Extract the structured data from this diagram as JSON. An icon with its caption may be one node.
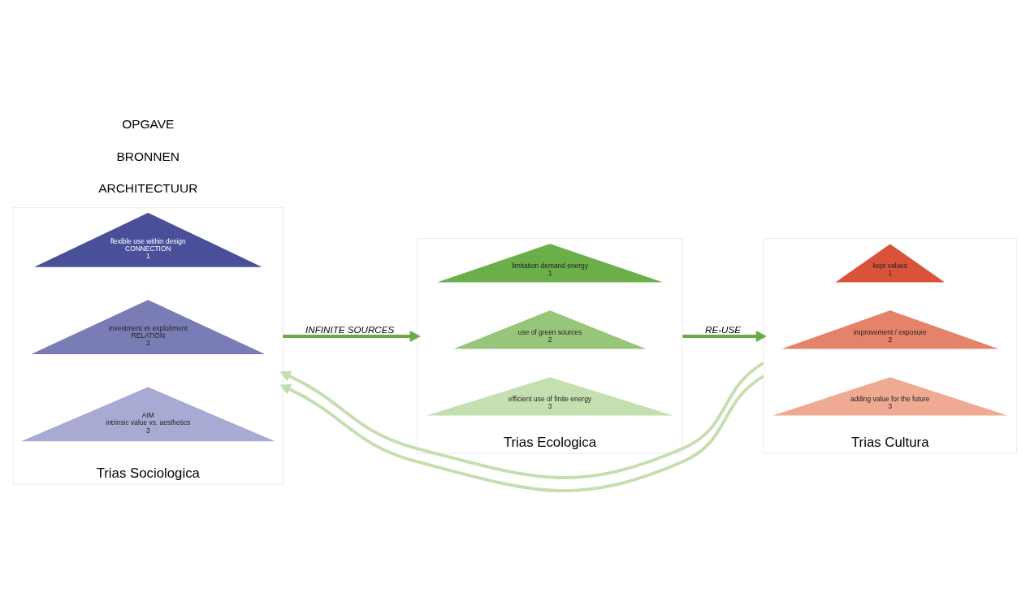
{
  "diagram": {
    "nodes": [
      {
        "text": [
          "Trias Sociologica"
        ]
      },
      {
        "text": [
          "flexible use within design",
          "CONNECTION",
          "1"
        ],
        "in": 0
      },
      {
        "text": [
          "investment vs exploitment",
          "RELATION",
          "2"
        ],
        "in": 0
      },
      {
        "text": [
          "AIM",
          "intrinsic value vs. aesthetics",
          "3"
        ],
        "in": 0
      },
      {
        "text": [
          "Trias Ecologica"
        ]
      },
      {
        "text": [
          "limitation demand energy",
          "1"
        ],
        "in": 4
      },
      {
        "text": [
          "use of green sources",
          "2"
        ],
        "in": 4
      },
      {
        "text": [
          "efficient use of finite energy",
          "3"
        ],
        "in": 4
      },
      {
        "text": [
          "Trias Cultura"
        ]
      },
      {
        "text": [
          "kept values",
          "1"
        ],
        "in": 8
      },
      {
        "text": [
          "improvement / exposure",
          "2"
        ],
        "in": 8
      },
      {
        "text": [
          "adding value for the future",
          "3"
        ],
        "in": 8
      }
    ],
    "edges": [
      {
        "from": 0,
        "to": 4,
        "arrow": "to",
        "label": "INFINITE SOURCES",
        "color": "#6aaa4a"
      },
      {
        "from": 4,
        "to": 8,
        "arrow": "to",
        "label": "RE-USE",
        "color": "#6aaa4a"
      },
      {
        "from": 8,
        "to": 0,
        "arrow": "to",
        "color": "#c5deb0"
      },
      {
        "from": 8,
        "to": 0,
        "arrow": "to",
        "color": "#c5deb0"
      }
    ],
    "labels": [
      "OPGAVE",
      "BRONNEN",
      "ARCHITECTUUR"
    ]
  }
}
